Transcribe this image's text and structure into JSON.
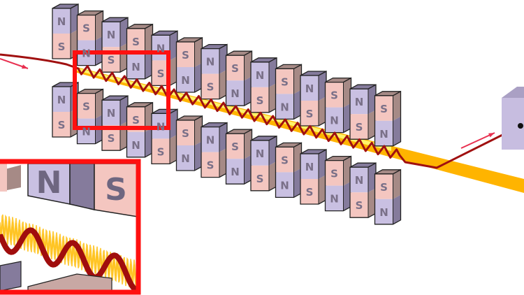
{
  "diagram": {
    "poles": {
      "north": "N",
      "south": "S"
    },
    "upper_row": {
      "top_poles": [
        "N",
        "S",
        "N",
        "S",
        "N",
        "S",
        "N",
        "S",
        "N",
        "S",
        "N",
        "S",
        "N",
        "S"
      ]
    },
    "lower_row": {
      "top_poles": [
        "N",
        "S",
        "N",
        "S",
        "N",
        "S",
        "N",
        "S",
        "N",
        "S",
        "N",
        "S",
        "N",
        "S"
      ]
    },
    "inset": {
      "magnets": [
        "N",
        "S"
      ]
    },
    "colors": {
      "north": "#c9c0e2",
      "south": "#f4c6c0",
      "north_side": "#857b9c",
      "south_side": "#a68a86",
      "electron_beam": "#a01010",
      "light_beam": "#ffb400",
      "frame": "#ff1010",
      "arrow": "#e83050",
      "detector": "#c7bde0"
    }
  }
}
